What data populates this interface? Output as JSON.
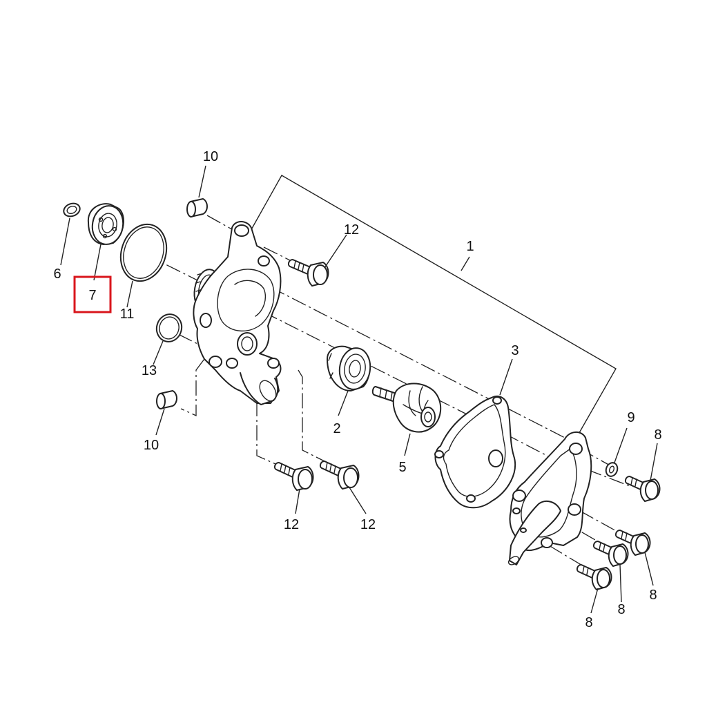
{
  "diagram": {
    "highlight_color": "#d9161c",
    "highlighted_part": "7",
    "labels": {
      "l1": "1",
      "l2": "2",
      "l3": "3",
      "l5": "5",
      "l6": "6",
      "l7": "7",
      "l8a": "8",
      "l8b": "8",
      "l8c": "8",
      "l8d": "8",
      "l9": "9",
      "l10a": "10",
      "l10b": "10",
      "l11": "11",
      "l12a": "12",
      "l12b": "12",
      "l12c": "12",
      "l13": "13"
    }
  }
}
